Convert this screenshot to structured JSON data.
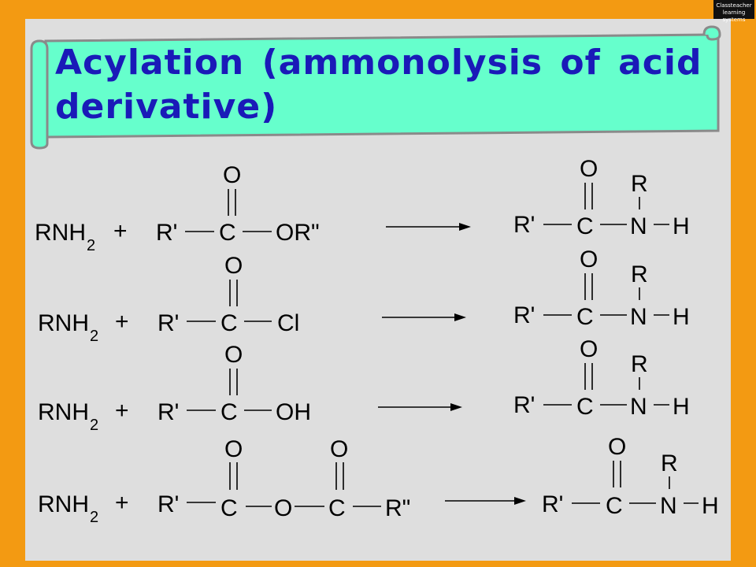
{
  "title": "Acylation (ammonolysis of acid derivative)",
  "logo": {
    "line1": "Classteacher",
    "line2": "learning systems"
  },
  "reactions": [
    {
      "amine": "RNH",
      "amine_sub": "2",
      "plus": "+",
      "r1": "R'",
      "c": "C",
      "o": "O",
      "leaving": "OR\"",
      "prod_r1": "R'",
      "prod_c": "C",
      "prod_o": "O",
      "prod_n": "N",
      "prod_r": "R",
      "prod_h": "H"
    },
    {
      "amine": "RNH",
      "amine_sub": "2",
      "plus": "+",
      "r1": "R'",
      "c": "C",
      "o": "O",
      "leaving": "Cl",
      "prod_r1": "R'",
      "prod_c": "C",
      "prod_o": "O",
      "prod_n": "N",
      "prod_r": "R",
      "prod_h": "H"
    },
    {
      "amine": "RNH",
      "amine_sub": "2",
      "plus": "+",
      "r1": "R'",
      "c": "C",
      "o": "O",
      "leaving": "OH",
      "prod_r1": "R'",
      "prod_c": "C",
      "prod_o": "O",
      "prod_n": "N",
      "prod_r": "R",
      "prod_h": "H"
    },
    {
      "amine": "RNH",
      "amine_sub": "2",
      "plus": "+",
      "r1": "R'",
      "c": "C",
      "o": "O",
      "bridge_o": "O",
      "c2": "C",
      "o2": "O",
      "r2": "R\"",
      "prod_r1": "R'",
      "prod_c": "C",
      "prod_o": "O",
      "prod_n": "N",
      "prod_r": "R",
      "prod_h": "H"
    }
  ],
  "colors": {
    "background": "#f39a12",
    "slide": "#dedede",
    "banner": "#66ffcc",
    "title": "#1a1ab8"
  }
}
